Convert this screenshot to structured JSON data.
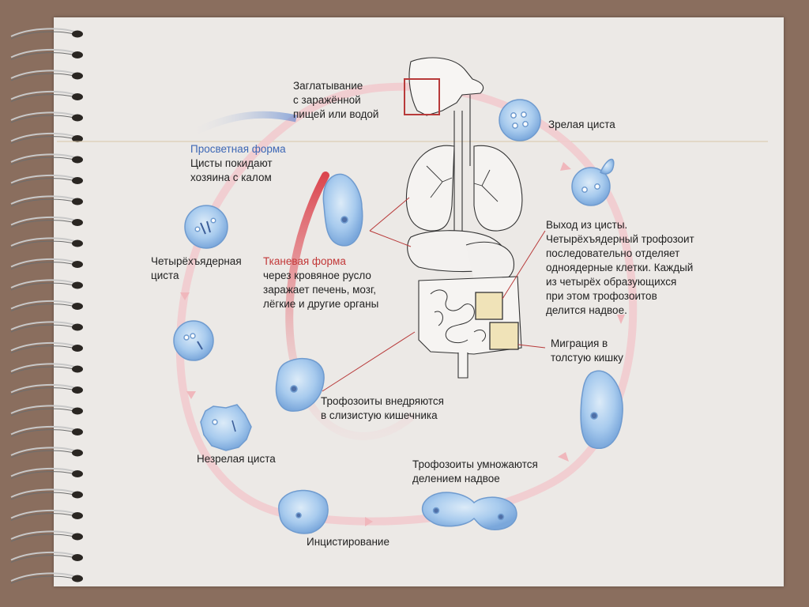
{
  "labels": {
    "ingestion": [
      "Заглатывание",
      "с заражённой",
      "пищей или водой"
    ],
    "mature_cyst": "Зрелая циста",
    "lumen_form_title": "Просветная форма",
    "lumen_form_text": [
      "Цисты покидают",
      "хозяина с калом"
    ],
    "excystation_title": "Выход из цисты.",
    "excystation_text": [
      "Четырёхъядерный трофозоит",
      "последовательно отделяет",
      "одноядерные клетки. Каждый",
      "из четырёх образующихся",
      "при этом трофозоитов",
      "делится надвое."
    ],
    "four_nucleus_cyst": [
      "Четырёхъядерная",
      "циста"
    ],
    "tissue_form_title": "Тканевая форма",
    "tissue_form_text": [
      "через кровяное русло",
      "заражает печень, мозг,",
      "лёгкие и другие органы"
    ],
    "migration": [
      "Миграция в",
      "толстую кишку"
    ],
    "trophozoites_invade": [
      "Трофозоиты внедряются",
      "в слизистую кишечника"
    ],
    "immature_cyst": "Незрелая циста",
    "trophozoites_multiply": [
      "Трофозоиты умножаются",
      "делением надвое"
    ],
    "encystation": "Инцистирование"
  },
  "colors": {
    "background": "#8a6e5e",
    "paper": "#ece9e6",
    "cycle_arrow": "#f2c9cc",
    "tissue_arrow": "#d9343e",
    "lumen_arrow": "#4d7bd0",
    "cell_fill": "#9cc3e8",
    "cell_stroke": "#6f9bcf",
    "callout": "#b83a3a",
    "blue_label": "#3d67b5",
    "red_label": "#c23838"
  }
}
